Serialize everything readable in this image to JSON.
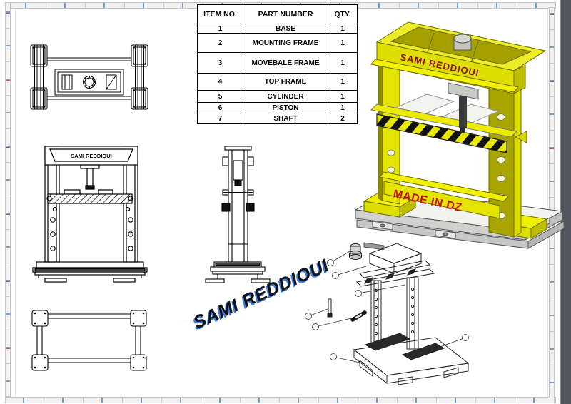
{
  "bom": {
    "headers": {
      "item": "ITEM NO.",
      "part": "PART NUMBER",
      "qty": "QTY."
    },
    "rows": [
      {
        "item": "1",
        "part": "BASE",
        "qty": "1"
      },
      {
        "item": "2",
        "part": "MOUNTING FRAME",
        "qty": "1"
      },
      {
        "item": "3",
        "part": "MOVEBALE FRAME",
        "qty": "1"
      },
      {
        "item": "4",
        "part": "TOP FRAME",
        "qty": "1"
      },
      {
        "item": "5",
        "part": "CYLINDER",
        "qty": "1"
      },
      {
        "item": "6",
        "part": "PISTON",
        "qty": "1"
      },
      {
        "item": "7",
        "part": "SHAFT",
        "qty": "2"
      }
    ]
  },
  "drawing_labels": {
    "press_brand": "SAMI REDDIOUI",
    "front_view_brand": "SAMI REDDIOUI",
    "made_in": "MADE IN DZ",
    "watermark": "SAMI REDDIOUI"
  },
  "colors": {
    "press_yellow": "#e8e800",
    "press_olive": "#a8a400",
    "brand_red": "#8b1111",
    "made_in_red": "#c21212",
    "hazard_black": "#111111",
    "base_gray": "#d2d2d0",
    "watermark_blue_shadow": "#3d7de0"
  }
}
